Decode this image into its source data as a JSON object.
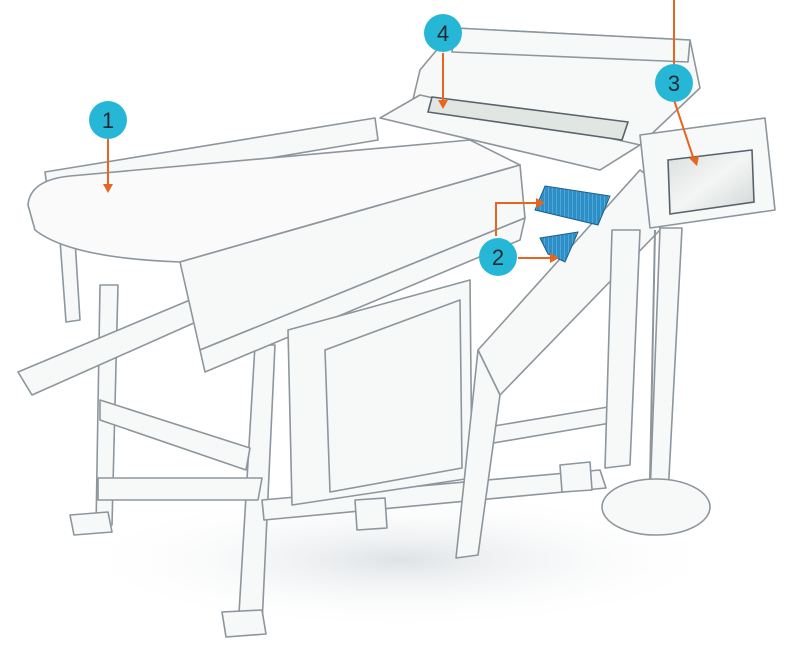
{
  "diagram": {
    "colors": {
      "badge": "#27b7d6",
      "callout_line": "#e8651f",
      "outline": "#8d969c",
      "panel_fill": "#f7f8f8",
      "accent_blue": "#2e8ec6",
      "screen": "#e4e8e6",
      "shadow": "#e9ecee"
    },
    "callouts": [
      {
        "id": "1",
        "label": "1",
        "target": "infeed-conveyor-belt"
      },
      {
        "id": "2",
        "label": "2",
        "target": "blue-sorting-chutes"
      },
      {
        "id": "3",
        "label": "3",
        "target": "control-touchscreen"
      },
      {
        "id": "4",
        "label": "4",
        "target": "top-camera-window"
      }
    ]
  }
}
